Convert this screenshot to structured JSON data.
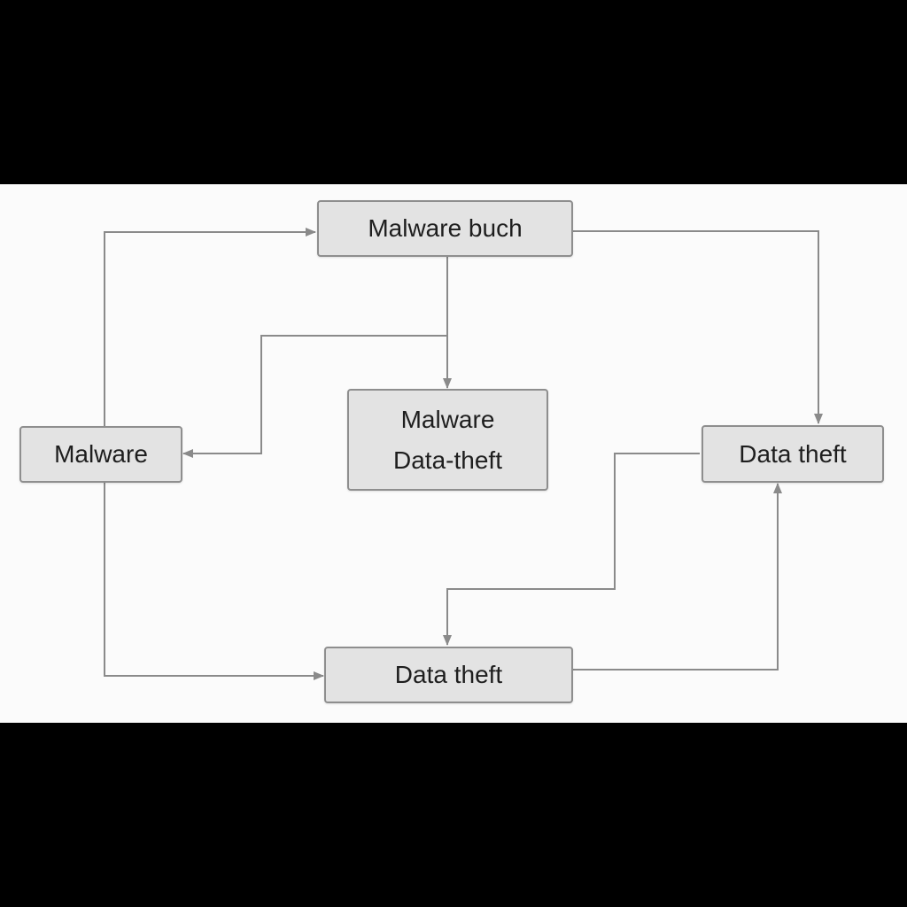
{
  "diagram": {
    "colors": {
      "background": "#fbfbfb",
      "letterbox": "#000000",
      "node_fill": "#e3e3e3",
      "node_border": "#8e8e8e",
      "edge": "#8a8a8a",
      "text": "#1e1e1e"
    },
    "nodes": {
      "top": {
        "label": "Malware buch"
      },
      "left": {
        "label": "Malware"
      },
      "center": {
        "line1": "Malware",
        "line2": "Data-theft"
      },
      "right": {
        "label": "Data theft"
      },
      "bottom": {
        "label": "Data theft"
      }
    },
    "edges": [
      {
        "from": "left",
        "to": "top"
      },
      {
        "from": "top",
        "to": "left"
      },
      {
        "from": "top",
        "to": "center"
      },
      {
        "from": "top",
        "to": "right"
      },
      {
        "from": "left",
        "to": "bottom"
      },
      {
        "from": "bottom",
        "to": "right"
      },
      {
        "from": "right",
        "to": "bottom"
      }
    ]
  }
}
